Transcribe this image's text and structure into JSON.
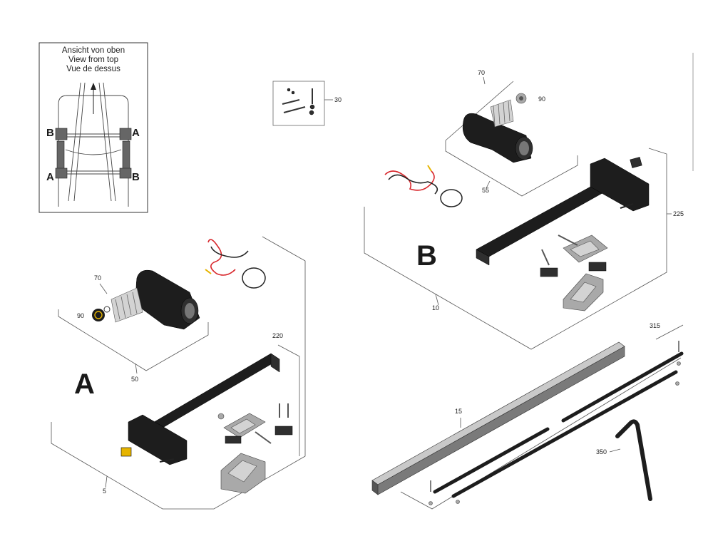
{
  "inset": {
    "caption_de": "Ansicht von oben",
    "caption_en": "View from top",
    "caption_fr": "Vue de dessus",
    "labels": {
      "top_left": "B",
      "top_right": "A",
      "bottom_left": "A",
      "bottom_right": "B"
    }
  },
  "group_labels": {
    "a": "A",
    "b": "B"
  },
  "callouts": {
    "n30": "30",
    "n70_b": "70",
    "n90_b": "90",
    "n55": "55",
    "n225": "225",
    "n10": "10",
    "n70_a": "70",
    "n90_a": "90",
    "n50": "50",
    "n220": "220",
    "n5": "5",
    "n315": "315",
    "n15": "15",
    "n350": "350"
  },
  "colors": {
    "ink": "#1d1d1d",
    "wire_red": "#d8262b",
    "accent_yellow": "#e6b400",
    "metal": "#a9a9a9"
  }
}
